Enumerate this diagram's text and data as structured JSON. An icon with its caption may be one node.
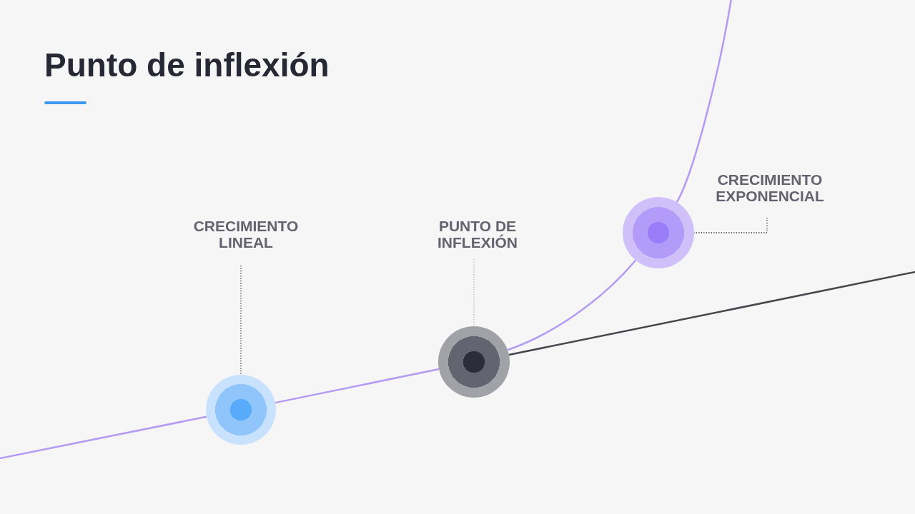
{
  "diagram": {
    "title": "Punto de inflexión",
    "nodes": [
      {
        "text": [
          "CRECIMIENTO LINEAL"
        ]
      },
      {
        "text": [],
        "shape": "circle"
      },
      {
        "text": [
          "PUNTO DE INFLEXIÓN"
        ]
      },
      {
        "text": [],
        "shape": "circle"
      },
      {
        "text": [
          "CRECIMIENTO EXPONENCIAL"
        ]
      },
      {
        "text": [],
        "shape": "circle"
      }
    ],
    "edges": [
      {
        "from": null,
        "to": 1,
        "arrow": "none"
      },
      {
        "from": 1,
        "to": 3,
        "arrow": "none"
      },
      {
        "from": 3,
        "to": 5,
        "arrow": "none"
      },
      {
        "from": 5,
        "to": null,
        "arrow": "none"
      },
      {
        "from": 3,
        "to": null,
        "arrow": "none",
        "color": "#45474d"
      },
      {
        "from": 0,
        "to": 1,
        "arrow": "none",
        "style": "dashed",
        "color": "#2d2f38"
      },
      {
        "from": 2,
        "to": 3,
        "arrow": "none",
        "style": "dashed",
        "color": "#b4b5bb"
      },
      {
        "from": 4,
        "to": 5,
        "arrow": "none",
        "style": "dashed",
        "color": "#2d2f38"
      }
    ]
  }
}
